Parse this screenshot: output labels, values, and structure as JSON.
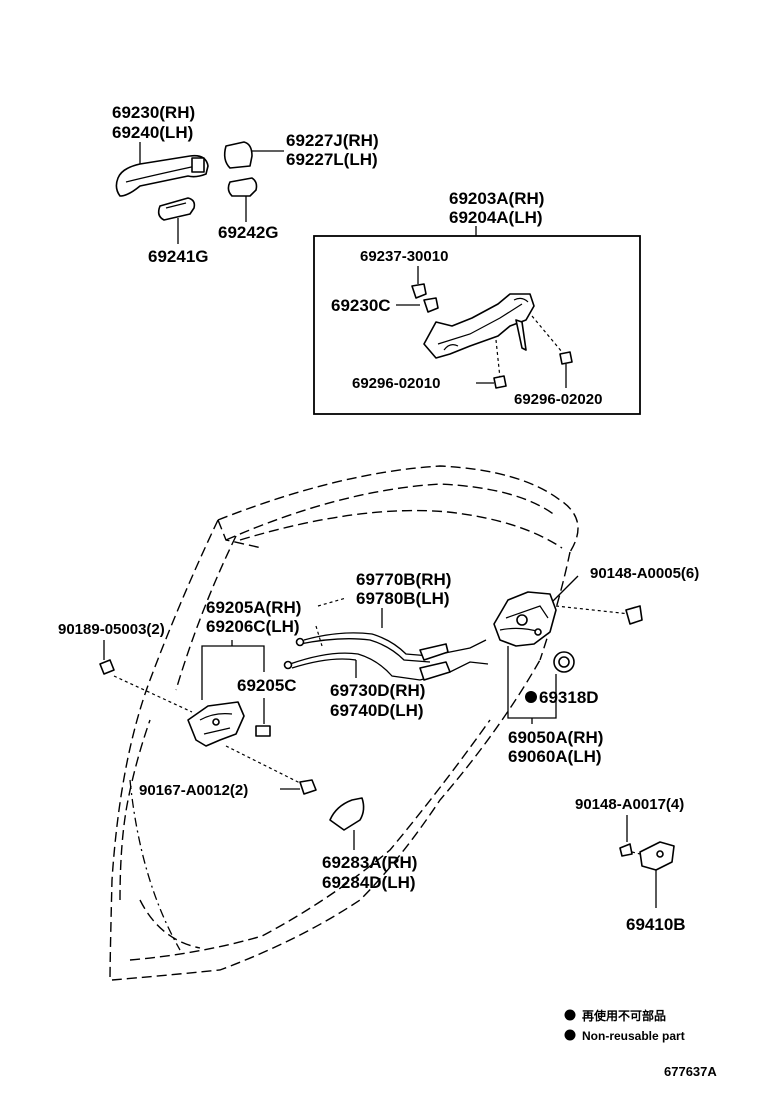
{
  "parts": {
    "p69230": "69230(RH)",
    "p69240": "69240(LH)",
    "p69227J": "69227J(RH)",
    "p69227L": "69227L(LH)",
    "p69241G": "69241G",
    "p69242G": "69242G",
    "p69203A": "69203A(RH)",
    "p69204A": "69204A(LH)",
    "p69237": "69237-30010",
    "p69230C": "69230C",
    "p69296_10": "69296-02010",
    "p69296_20": "69296-02020",
    "p69770B": "69770B(RH)",
    "p69780B": "69780B(LH)",
    "p90148_5": "90148-A0005(6)",
    "p69205A": "69205A(RH)",
    "p69206C": "69206C(LH)",
    "p90189": "90189-05003(2)",
    "p69205C": "69205C",
    "p69730D": "69730D(RH)",
    "p69740D": "69740D(LH)",
    "p69318D": "69318D",
    "p69050A": "69050A(RH)",
    "p69060A": "69060A(LH)",
    "p90167": "90167-A0012(2)",
    "p90148_17": "90148-A0017(4)",
    "p69283A": "69283A(RH)",
    "p69284D": "69284D(LH)",
    "p69410B": "69410B"
  },
  "legend": {
    "non_reusable_jp": "再使用不可部品",
    "non_reusable_en": "Non-reusable part"
  },
  "diagram_code": "677637A"
}
